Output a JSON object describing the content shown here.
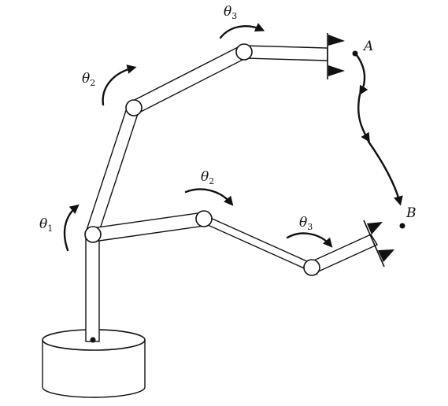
{
  "labels": {
    "theta": "θ",
    "sub_1": "1",
    "sub_2": "2",
    "sub_3": "3",
    "point_a": "A",
    "point_b": "B"
  },
  "colors": {
    "ink": "#111111",
    "paper": "#ffffff"
  }
}
